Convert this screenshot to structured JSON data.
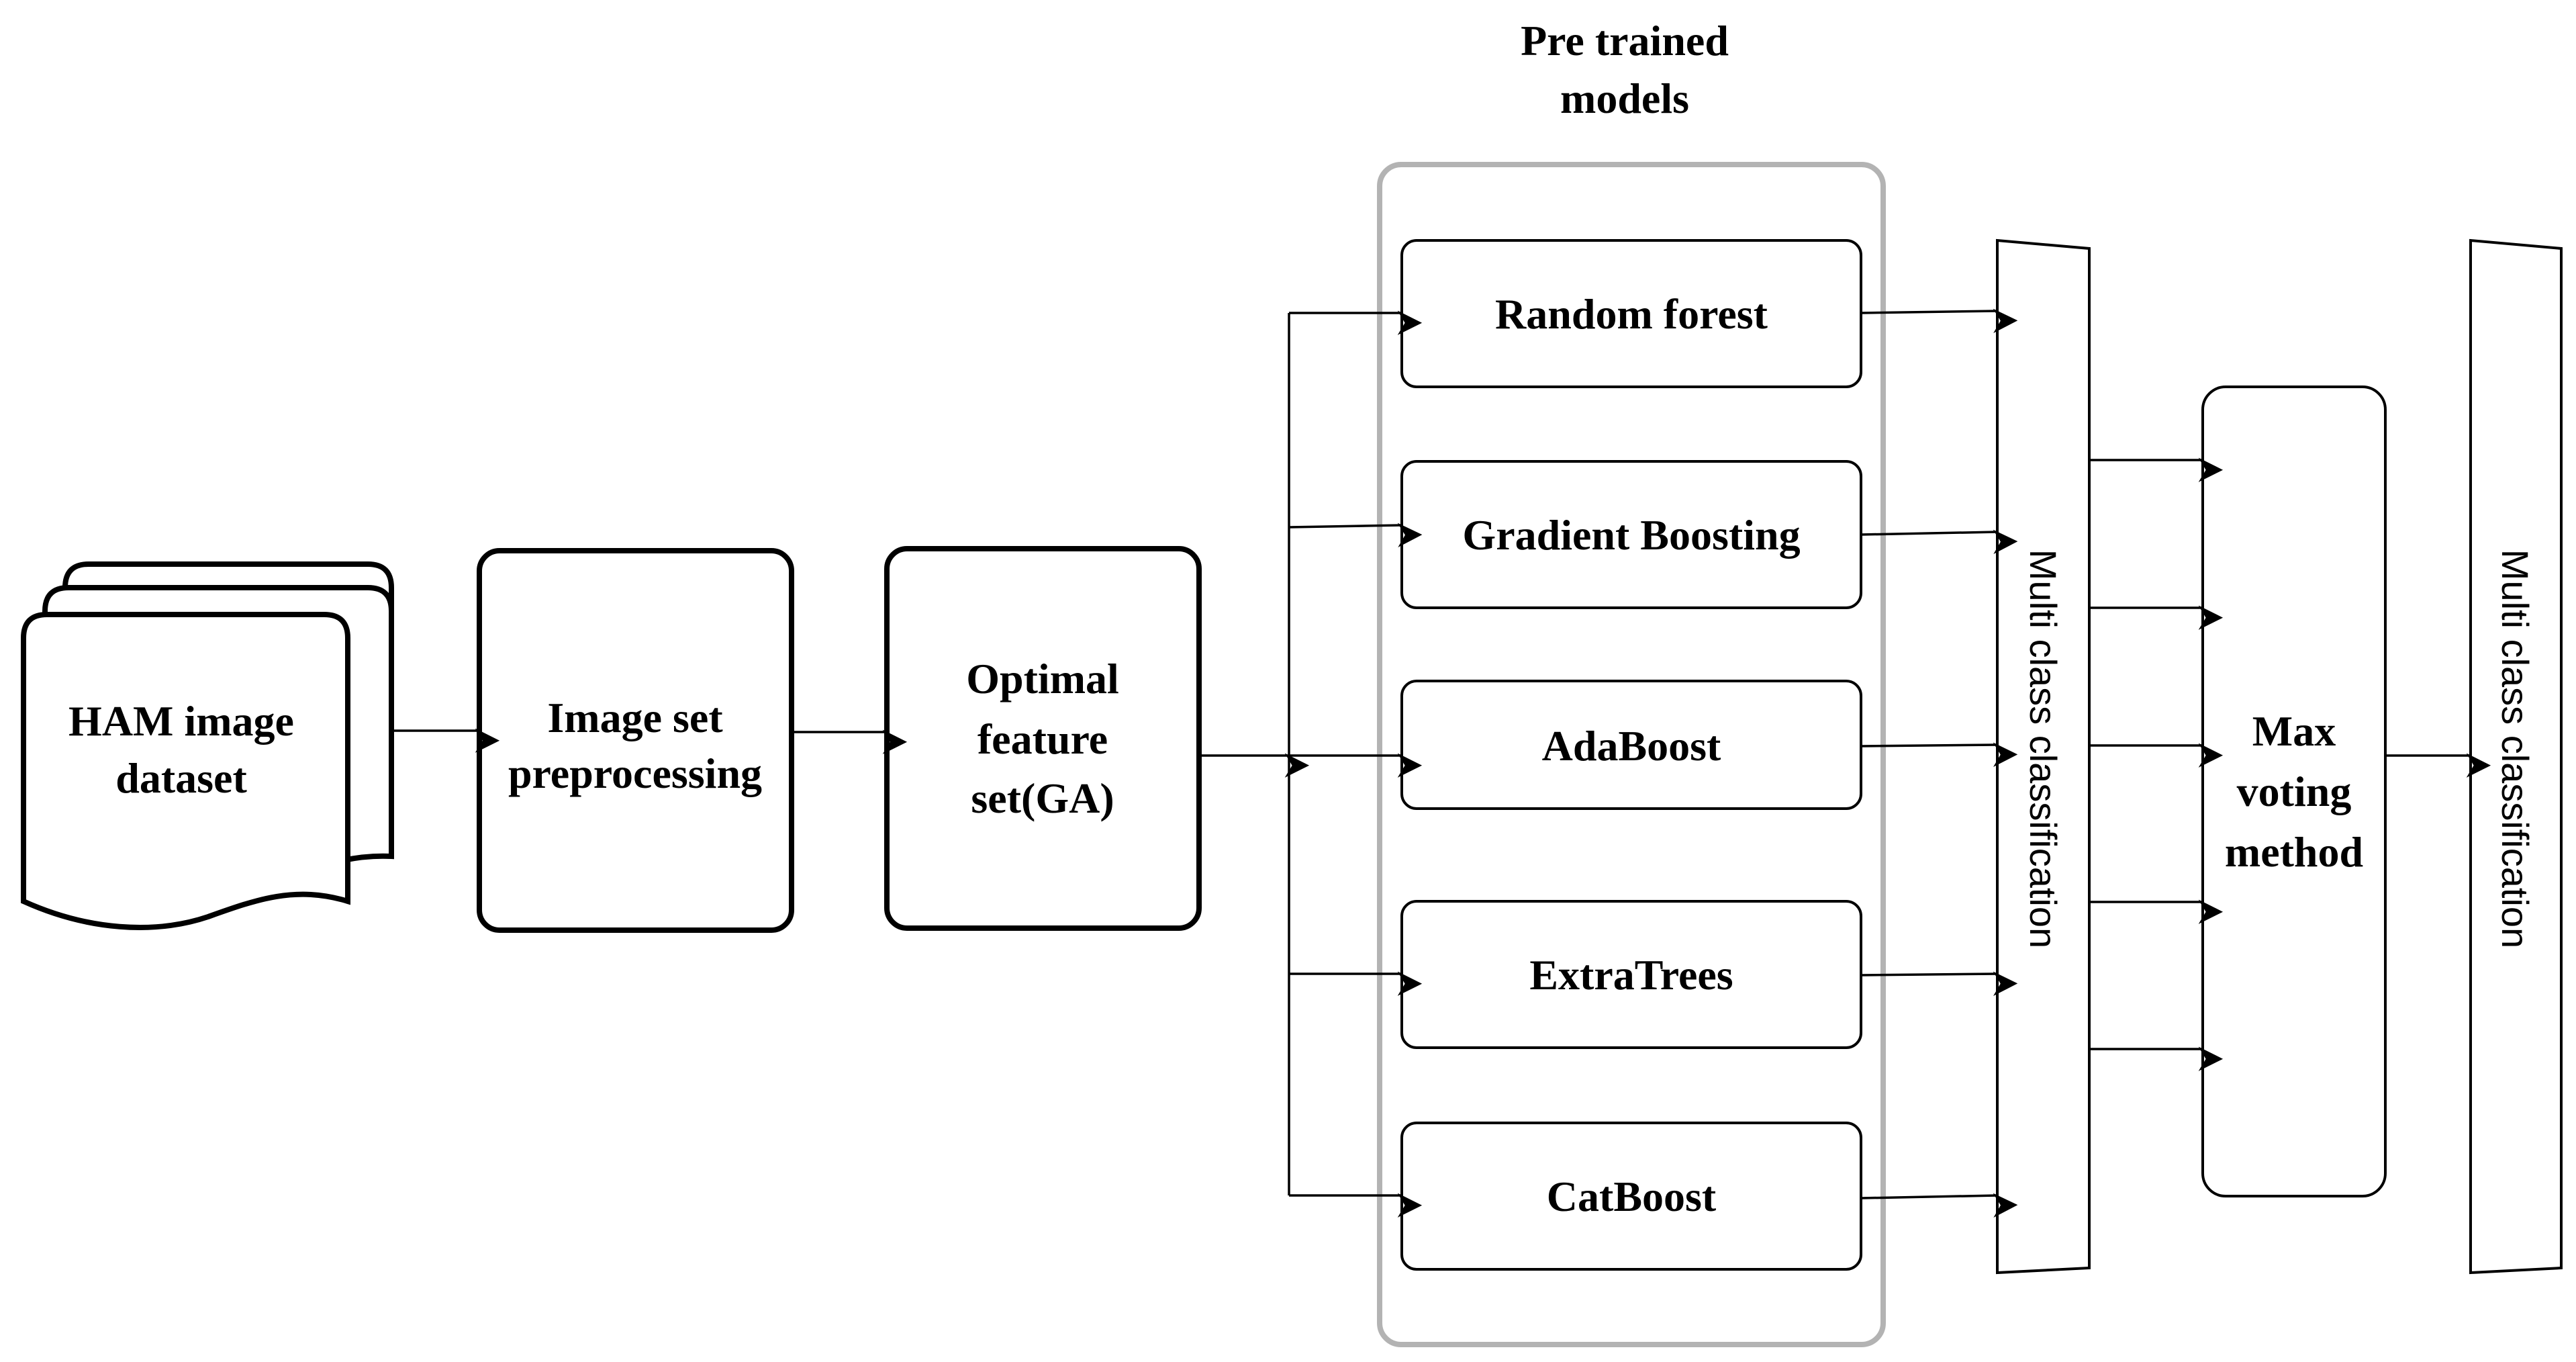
{
  "group": {
    "title_line1": "Pre trained",
    "title_line2": "models"
  },
  "dataset": {
    "line1": "HAM image",
    "line2": "dataset"
  },
  "preprocess": {
    "line1": "Image set",
    "line2": "preprocessing"
  },
  "feature": {
    "line1": "Optimal",
    "line2": "feature",
    "line3": "set(GA)"
  },
  "models": [
    {
      "label": "Random forest"
    },
    {
      "label": "Gradient Boosting"
    },
    {
      "label": "AdaBoost"
    },
    {
      "label": "ExtraTrees"
    },
    {
      "label": "CatBoost"
    }
  ],
  "classification_1": {
    "label": "Multi class classification"
  },
  "voting": {
    "line1": "Max",
    "line2": "voting",
    "line3": "method"
  },
  "classification_2": {
    "label": "Multi class classification"
  },
  "colors": {
    "stroke": "#000000",
    "group_border": "#b3b3b3",
    "background": "#ffffff"
  }
}
